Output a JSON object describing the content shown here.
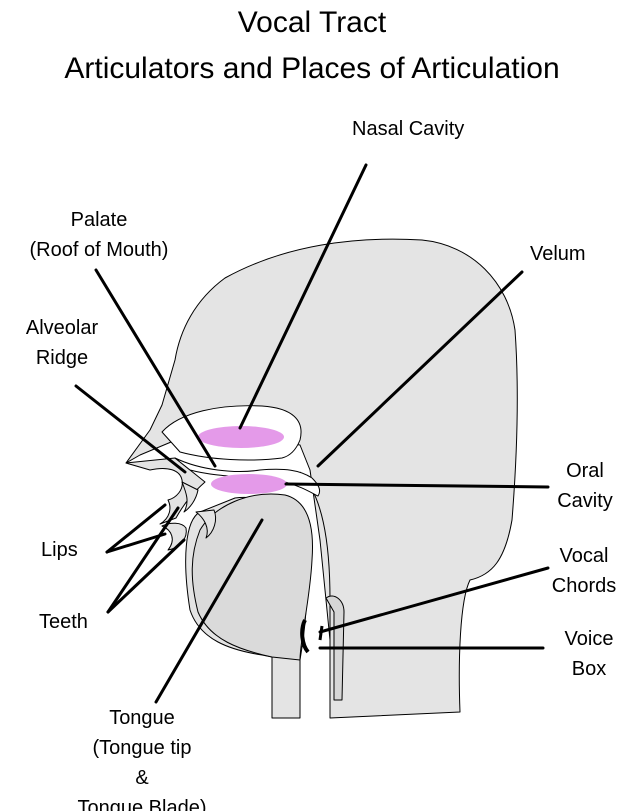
{
  "title": {
    "line1": "Vocal Tract",
    "line2": "Articulators and Places of Articulation"
  },
  "labels": {
    "nasal_cavity": "Nasal Cavity",
    "palate": {
      "line1": "Palate",
      "line2": "(Roof of Mouth)"
    },
    "velum": "Velum",
    "alveolar_ridge": {
      "line1": "Alveolar",
      "line2": "Ridge"
    },
    "oral_cavity": {
      "line1": "Oral",
      "line2": "Cavity"
    },
    "lips": "Lips",
    "vocal_chords": {
      "line1": "Vocal",
      "line2": "Chords"
    },
    "teeth": "Teeth",
    "voice_box": {
      "line1": "Voice",
      "line2": "Box"
    },
    "tongue": {
      "line1": "Tongue",
      "line2": "(Tongue tip",
      "line3": "&",
      "line4": "Tongue Blade)"
    }
  },
  "colors": {
    "head_fill": "#e4e4e4",
    "outline": "#000000",
    "cavity_highlight": "#e49ae9",
    "background": "#ffffff"
  }
}
